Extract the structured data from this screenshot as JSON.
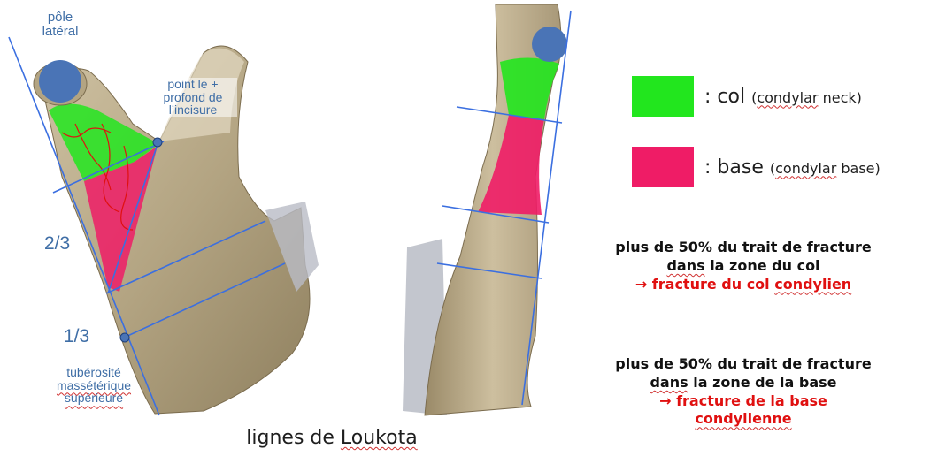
{
  "labels": {
    "pole_lateral": [
      "pôle",
      "latéral"
    ],
    "point_profond": [
      "point le +",
      "profond de",
      "l’incisure"
    ],
    "two_thirds": "2/3",
    "one_third": "1/3",
    "tuberosite": [
      "tubérosité",
      "massétérique",
      "supérieure"
    ]
  },
  "caption": {
    "prefix": "lignes de ",
    "name": "Loukota"
  },
  "legend": {
    "col": {
      "color": "#22e61e",
      "term": ": col",
      "paren_open": "(",
      "paren_word": "condylar",
      "paren_rest": " neck)"
    },
    "base": {
      "color": "#ef1c66",
      "term": ": base",
      "paren_open": "(",
      "paren_word": "condylar",
      "paren_rest": " base)"
    }
  },
  "notes": {
    "col": {
      "line1": "plus de 50% du trait de fracture",
      "line2_a": "dans",
      "line2_b": " la zone du col",
      "arrow_a": "→ fracture du col ",
      "arrow_b": "condylien"
    },
    "base": {
      "line1": "plus de 50% du trait de fracture",
      "line2_a": "dans",
      "line2_b": " la zone de la base",
      "arrow": "→ fracture de la base",
      "last": "condylienne"
    }
  },
  "colors": {
    "bone": "#b8a98a",
    "line": "#3b6fe0",
    "marker": "#4a74b6",
    "label": "#3f6ea6"
  }
}
